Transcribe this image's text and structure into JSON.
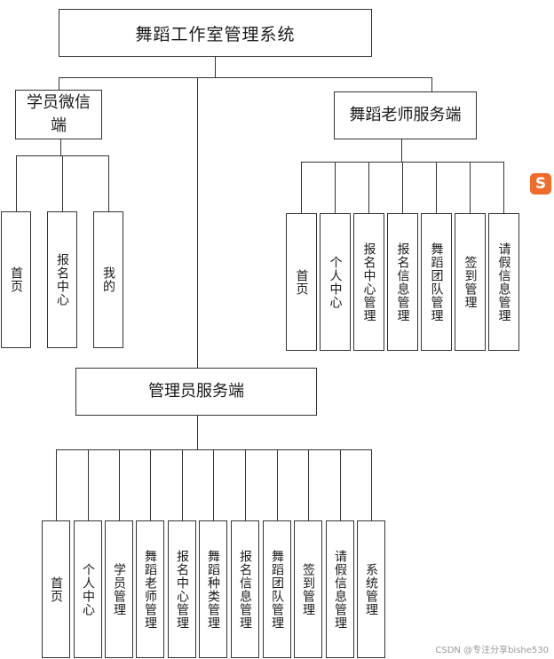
{
  "root": {
    "label": "舞蹈工作室管理系统"
  },
  "student": {
    "label": "学员微信端",
    "items": [
      "首页",
      "报名中心",
      "我的"
    ]
  },
  "teacher": {
    "label": "舞蹈老师服务端",
    "items": [
      "首页",
      "个人中心",
      "报名中心管理",
      "报名信息管理",
      "舞蹈团队管理",
      "签到管理",
      "请假信息管理"
    ]
  },
  "admin": {
    "label": "管理员服务端",
    "items": [
      "首页",
      "个人中心",
      "学员管理",
      "舞蹈老师管理",
      "报名中心管理",
      "舞蹈种类管理",
      "报名信息管理",
      "舞蹈团队管理",
      "签到管理",
      "请假信息管理",
      "系统管理"
    ]
  },
  "watermark": "CSDN @专注分享bishe530",
  "logo_icon": "sogou-input-icon",
  "colors": {
    "line": "#333333",
    "text": "#1a1a1a",
    "logo": "#f26b2a"
  }
}
